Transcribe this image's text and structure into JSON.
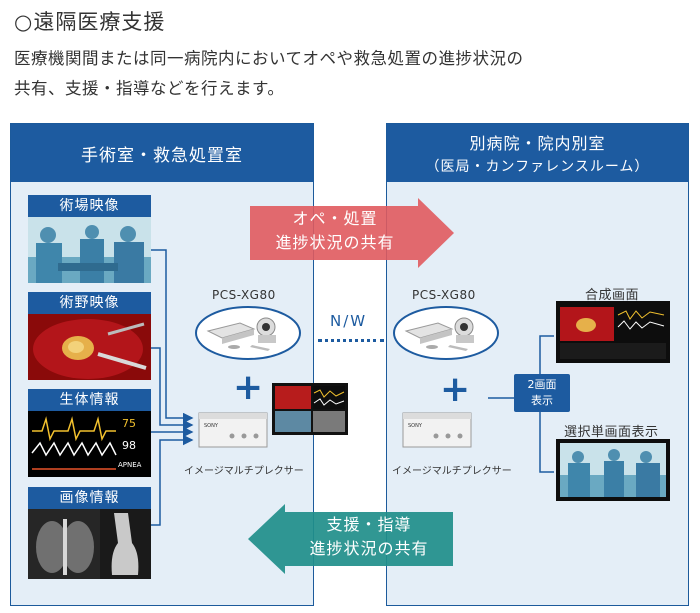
{
  "header": {
    "title": "○遠隔医療支援",
    "desc_line1": "医療機関間または同一病院内においてオペや救急処置の進捗状況の",
    "desc_line2": "共有、支援・指導などを行えます。"
  },
  "left_panel": {
    "title": "手術室・救急処置室",
    "sources": [
      {
        "label": "術場映像"
      },
      {
        "label": "術野映像"
      },
      {
        "label": "生体情報"
      },
      {
        "label": "画像情報"
      }
    ],
    "device_label": "PCS-XG80",
    "multiplexer_label": "イメージマルチプレクサー"
  },
  "right_panel": {
    "title_line1": "別病院・院内別室",
    "title_line2": "（医局・カンファレンスルーム）",
    "device_label": "PCS-XG80",
    "multiplexer_label": "イメージマルチプレクサー",
    "composite_label": "合成画面",
    "single_label": "選択単画面表示",
    "badge_line1": "2画面",
    "badge_line2": "表示"
  },
  "arrows": {
    "share_line1": "オペ・処置",
    "share_line2": "進捗状況の共有",
    "support_line1": "支援・指導",
    "support_line2": "進捗状況の共有"
  },
  "network_label": "N/W",
  "vitals": {
    "v1": "75",
    "v2": "98",
    "v3": "APNEA"
  },
  "colors": {
    "navy": "#1d5ba0",
    "panel_bg": "#e4eef7",
    "arrow_red": "#e05a5e",
    "arrow_teal": "#1f8e8a"
  }
}
